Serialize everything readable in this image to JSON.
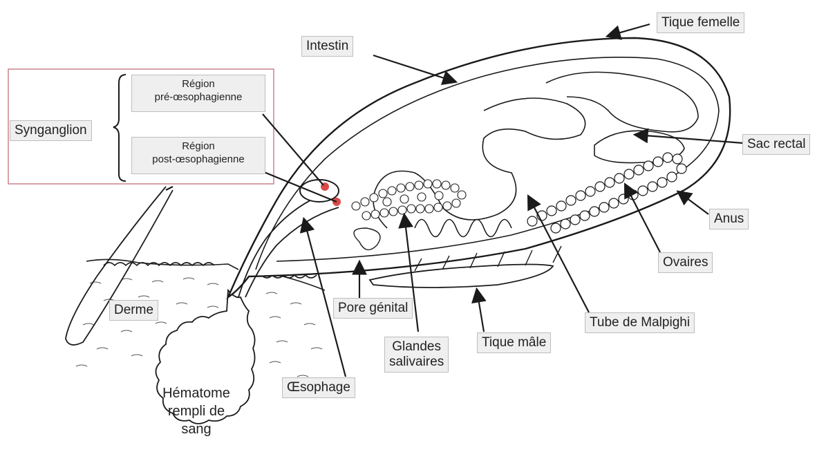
{
  "labels": {
    "tique_femelle": "Tique femelle",
    "intestin": "Intestin",
    "synganglion": "Synganglion",
    "region_pre": [
      "Région",
      "pré-œsophagienne"
    ],
    "region_post": [
      "Région",
      "post-œsophagienne"
    ],
    "sac_rectal": "Sac rectal",
    "anus": "Anus",
    "ovaires": "Ovaires",
    "tube_malpighi": "Tube de Malpighi",
    "tique_male": "Tique mâle",
    "glandes_salivaires": [
      "Glandes",
      "salivaires"
    ],
    "pore_genital": "Pore génital",
    "oesophage": "Œsophage",
    "derme": "Derme",
    "hematome": [
      "Hématome",
      "rempli de",
      "sang"
    ]
  },
  "colors": {
    "outline": "#1a1a1a",
    "label_bg": "#efefef",
    "label_border": "#bdbdbd",
    "synganglion_frame": "#c9848c",
    "ganglion_mark": "#d42a2a"
  }
}
